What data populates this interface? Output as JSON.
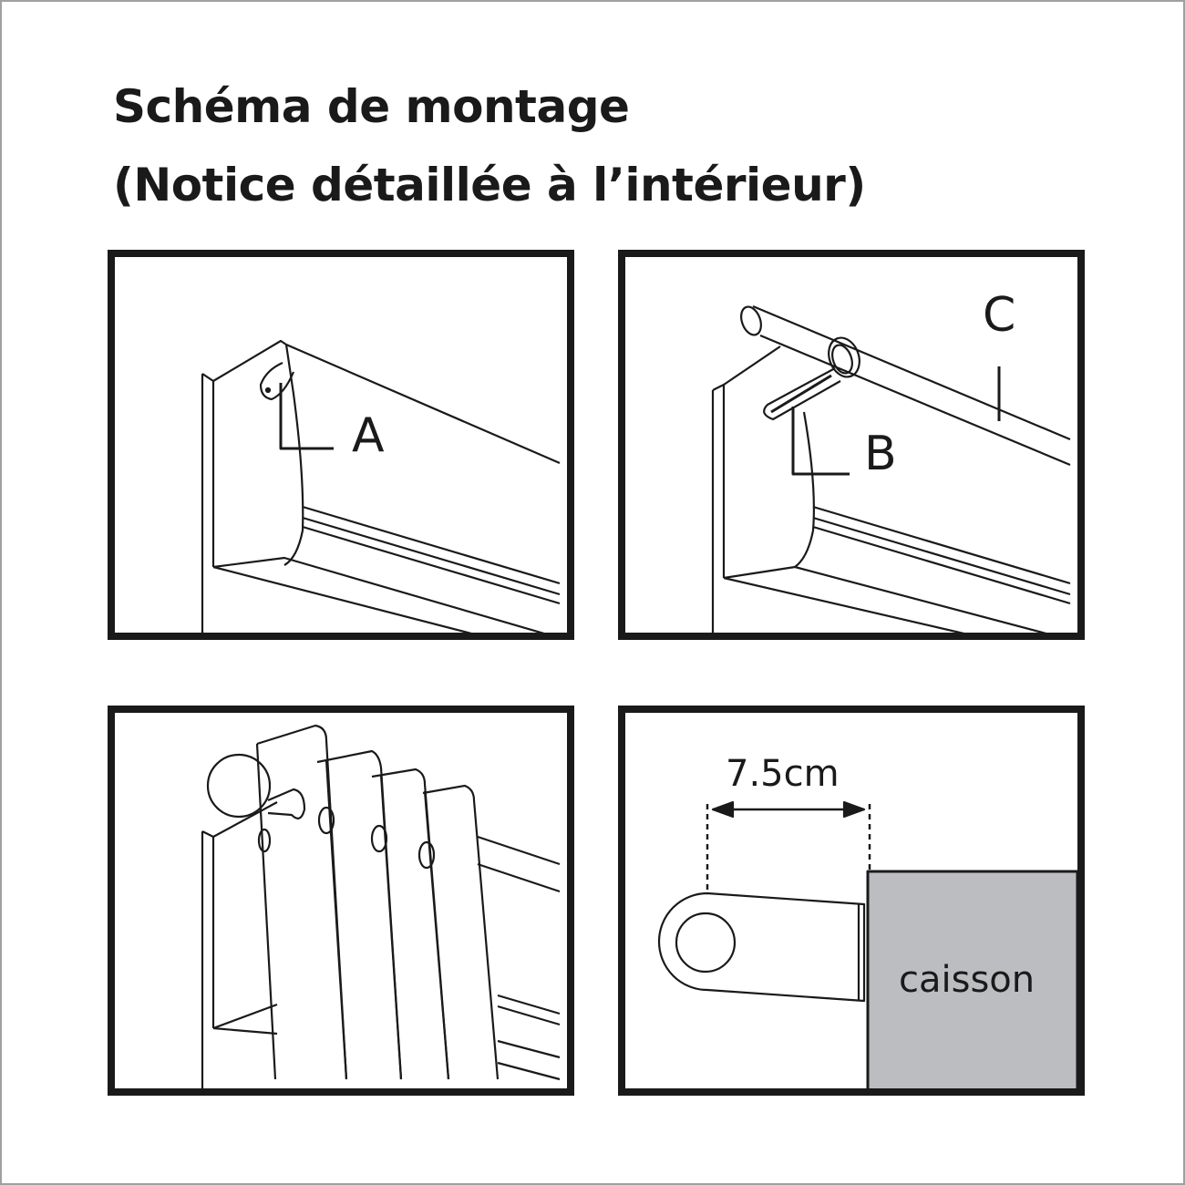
{
  "title": {
    "line1": "Schéma de montage",
    "line2": "(Notice détaillée à l’intérieur)"
  },
  "panels": [
    {
      "id": "step-1",
      "label": "A",
      "description": "bracket A attached to top of box"
    },
    {
      "id": "step-2",
      "labels": [
        "B",
        "C"
      ],
      "description": "support B with rod C"
    },
    {
      "id": "step-3",
      "description": "curtain with eyelets hung on rod with ball finial"
    },
    {
      "id": "step-4",
      "dimension": "7.5cm",
      "box_label": "caisson",
      "description": "bracket distance from box"
    }
  ],
  "colors": {
    "ink": "#1a1a1a",
    "caisson_fill": "#bcbdc0",
    "frame": "#a0a0a0"
  }
}
